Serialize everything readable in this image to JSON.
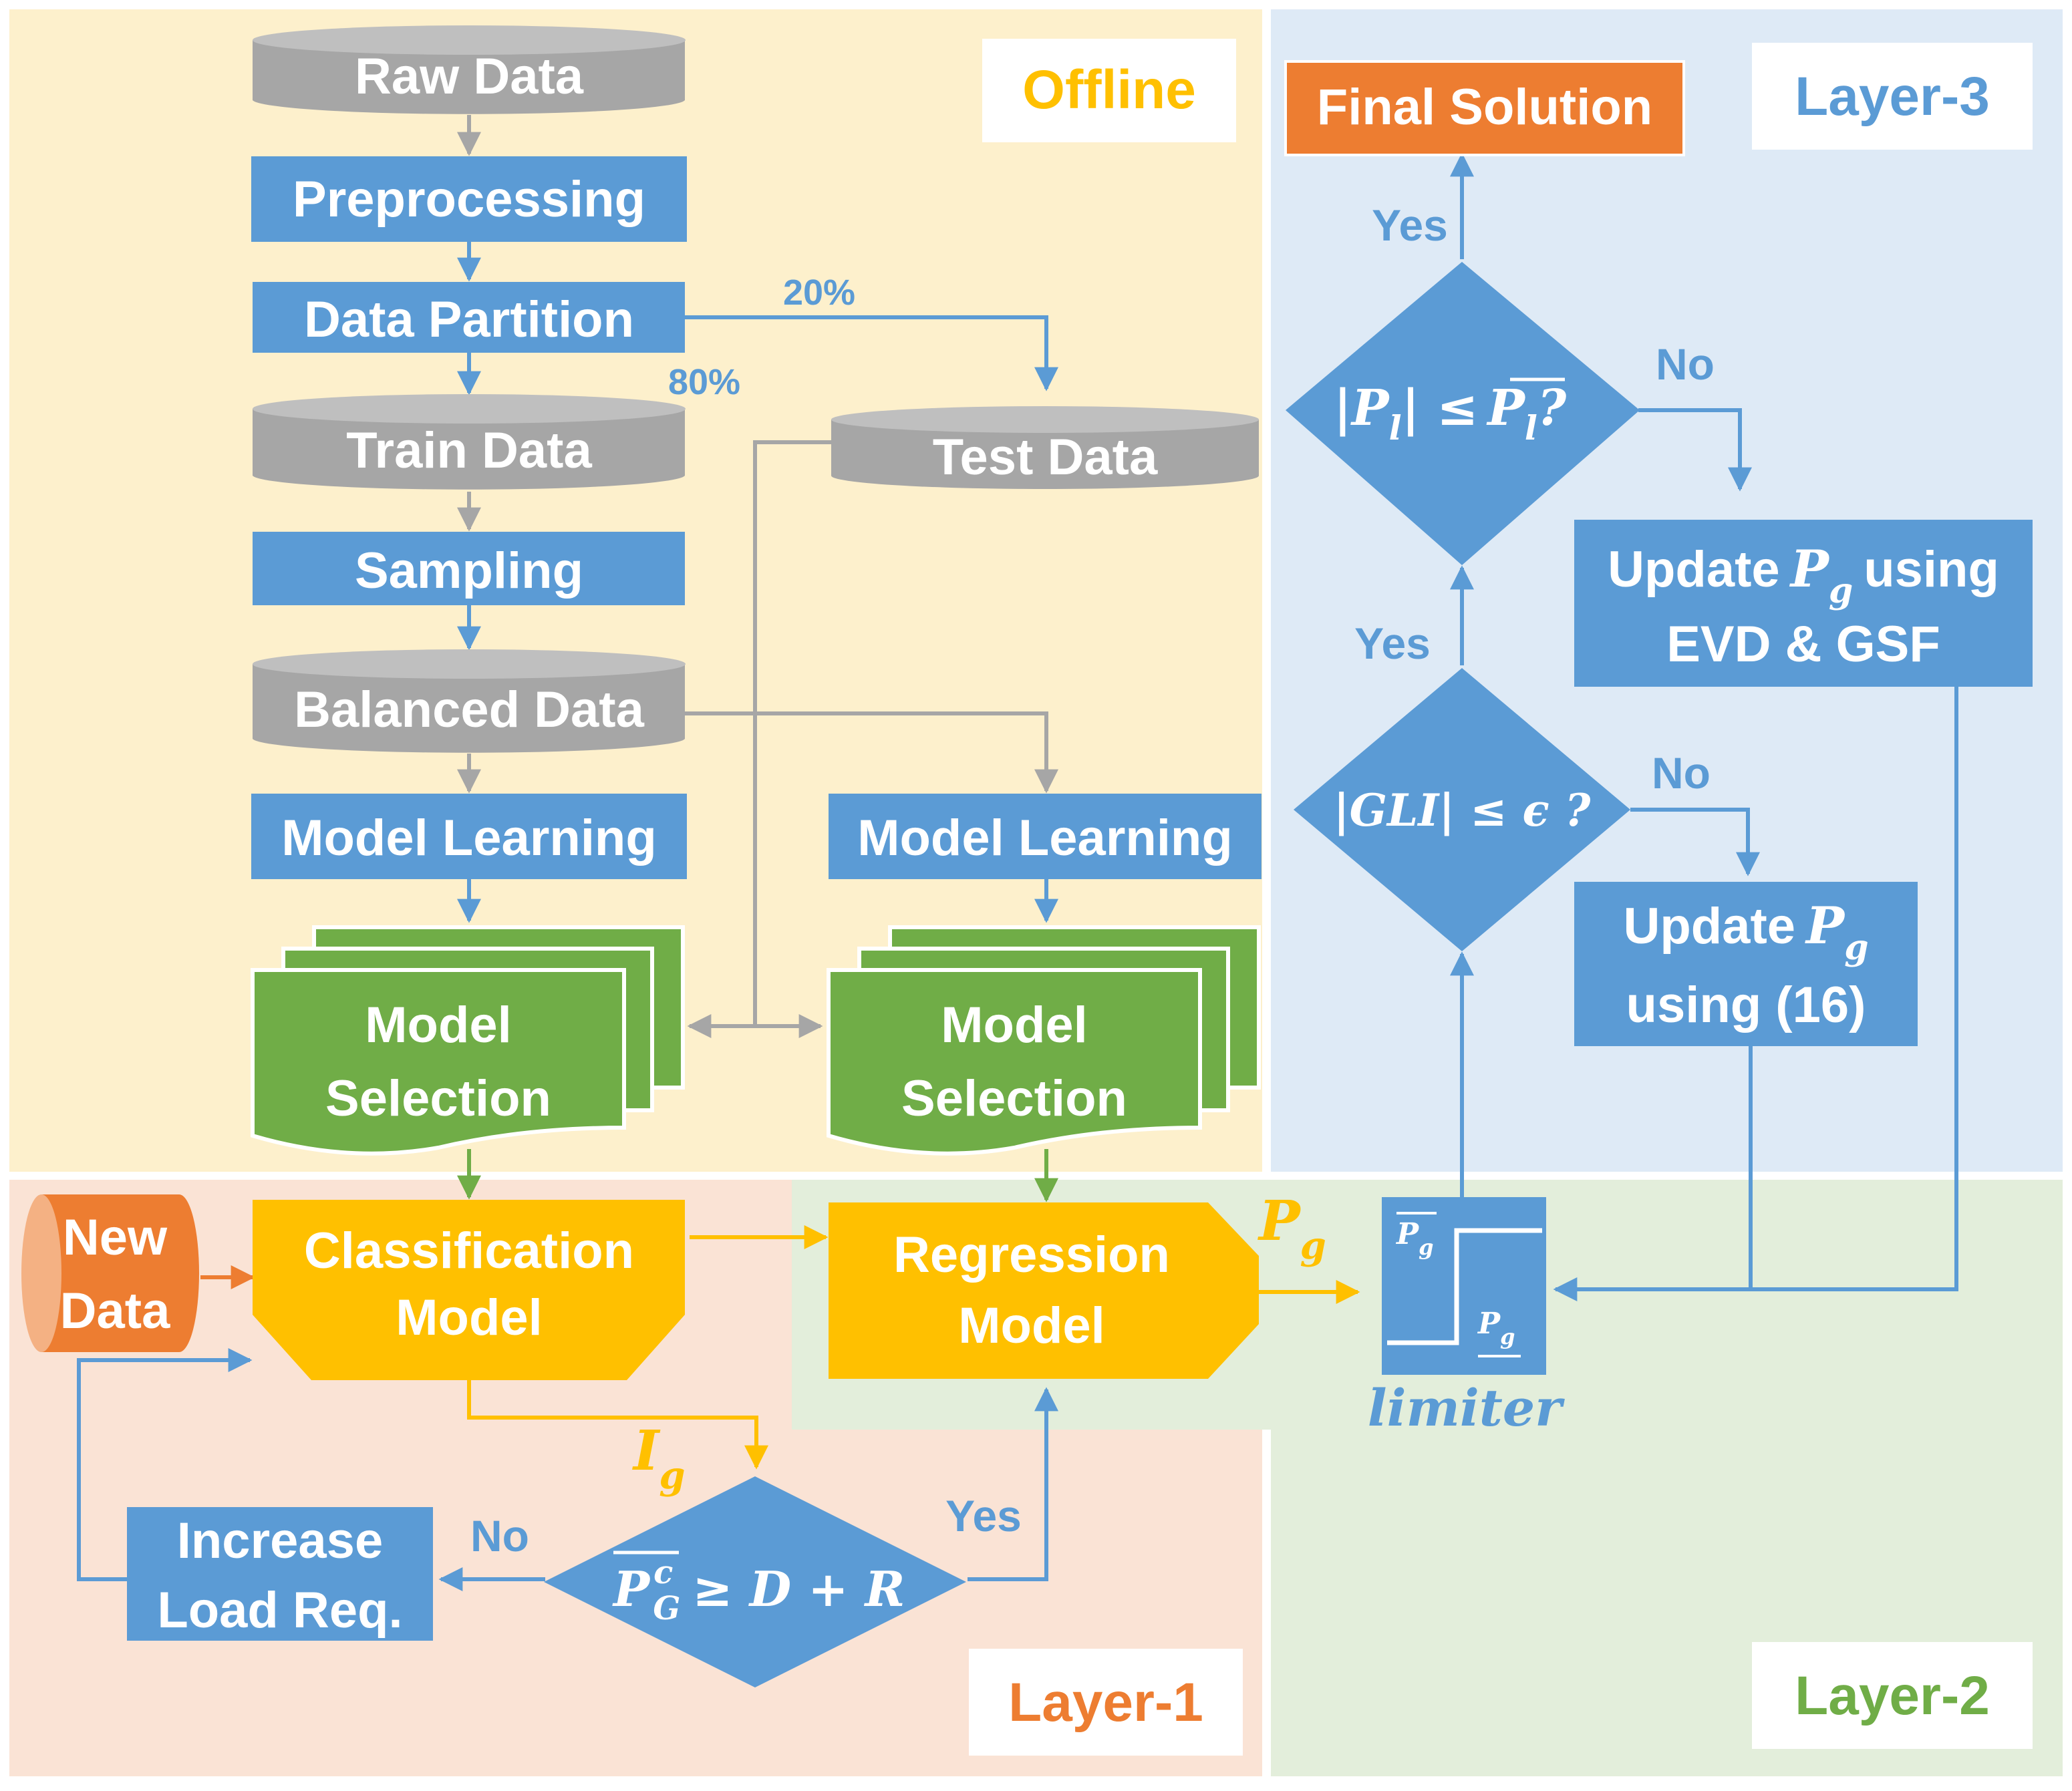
{
  "regions": {
    "offline": "Offline",
    "layer1": "Layer-1",
    "layer2": "Layer-2",
    "layer3": "Layer-3"
  },
  "nodes": {
    "raw_data": "Raw Data",
    "preprocessing": "Preprocessing",
    "data_partition": "Data Partition",
    "train_data": "Train Data",
    "test_data": "Test Data",
    "sampling": "Sampling",
    "balanced_data": "Balanced Data",
    "model_learning_left": "Model Learning",
    "model_learning_right": "Model Learning",
    "model_selection_left": [
      "Model",
      "Selection"
    ],
    "model_selection_right": [
      "Model",
      "Selection"
    ],
    "new_data": [
      "New",
      "Data"
    ],
    "classification_model": [
      "Classification",
      "Model"
    ],
    "regression_model": [
      "Regression",
      "Model"
    ],
    "increase_load": [
      "Increase",
      "Load Req."
    ],
    "final_solution": "Final Solution",
    "update_pg_evd": [
      "Update",
      "using",
      "EVD & GSF"
    ],
    "update_pg_16": [
      "Update",
      "using (16)"
    ],
    "limiter": "limiter"
  },
  "decisions": {
    "capacity_check": "≥ D + R",
    "gli_check": "|GLI| ≤ ϵ ?",
    "pl_check": "|P",
    "pl_check_mid": "| ≤",
    "pl_check_end": "?"
  },
  "edge_labels": {
    "pct_20": "20%",
    "pct_80": "80%",
    "yes_capacity": "Yes",
    "no_capacity": "No",
    "yes_gli": "Yes",
    "no_gli": "No",
    "yes_pl": "Yes",
    "no_pl": "No"
  },
  "symbols": {
    "P": "P",
    "I": "I",
    "sub_g": "g",
    "sub_l": "l",
    "sup_c": "c",
    "sub_G": "G"
  },
  "colors": {
    "offline_bg": "#fdf0cc",
    "layer1_bg": "#fae3d5",
    "layer2_bg": "#e3eedb",
    "layer3_bg": "#deeaf6",
    "blue": "#5b9bd5",
    "gray": "#a6a6a6",
    "green": "#70ad47",
    "gold": "#ffc000",
    "orange": "#ed7d31"
  }
}
